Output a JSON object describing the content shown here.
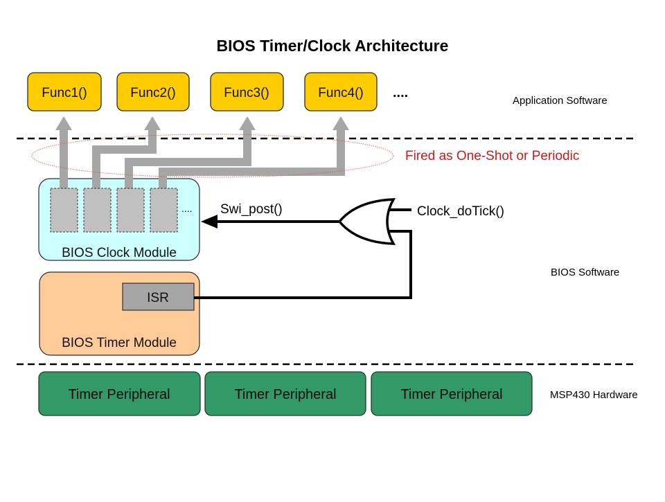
{
  "title": "BIOS Timer/Clock Architecture",
  "functions": [
    {
      "label": "Func1()"
    },
    {
      "label": "Func2()"
    },
    {
      "label": "Func3()"
    },
    {
      "label": "Func4()"
    }
  ],
  "functions_more": "....",
  "layers": {
    "application": "Application Software",
    "bios": "BIOS Software",
    "hardware": "MSP430 Hardware"
  },
  "firing_note": "Fired as One-Shot or Periodic",
  "clock_module": {
    "label": "BIOS Clock Module",
    "slot_count": 4,
    "more": "...."
  },
  "timer_module": {
    "label": "BIOS Timer Module",
    "isr_label": "ISR"
  },
  "signals": {
    "swi_post": "Swi_post()",
    "clock_dotick": "Clock_doTick()"
  },
  "peripherals": [
    {
      "label": "Timer Peripheral"
    },
    {
      "label": "Timer Peripheral"
    },
    {
      "label": "Timer Peripheral"
    }
  ],
  "colors": {
    "function_fill": "#ffcc00",
    "clock_module_fill": "#ccffff",
    "timer_module_fill": "#ffcc99",
    "peripheral_fill": "#339966",
    "isr_fill": "#a6a6a6",
    "connector_grey": "#a6a6a6",
    "note_red": "#cc1a1a"
  }
}
